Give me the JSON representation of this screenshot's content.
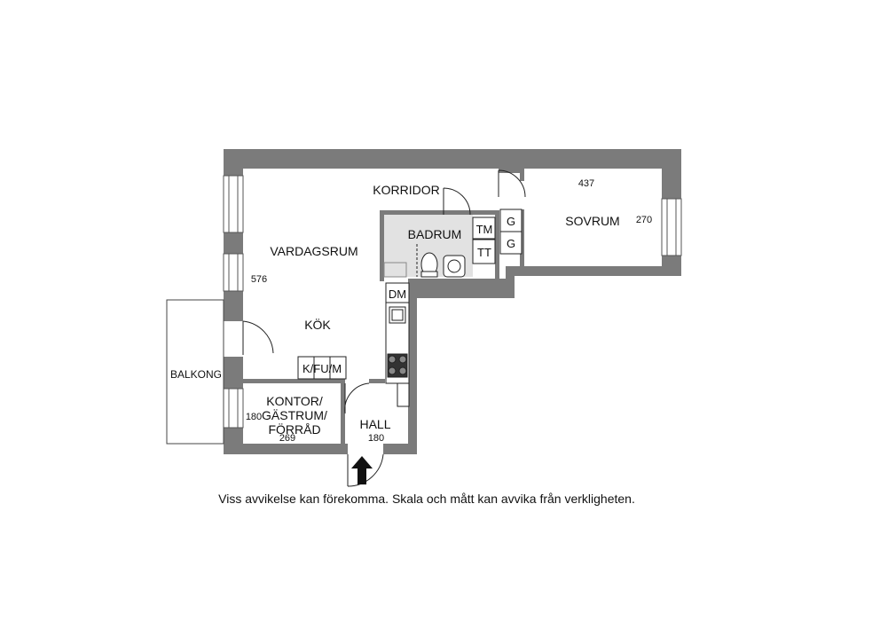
{
  "rooms": {
    "korridor": "KORRIDOR",
    "badrum": "BADRUM",
    "sovrum": "SOVRUM",
    "vardagsrum": "VARDAGSRUM",
    "kok": "KÖK",
    "balkong": "BALKONG",
    "kontor_line1": "KONTOR/",
    "kontor_line2": "GÄSTRUM/",
    "kontor_line3": "FÖRRÅD",
    "hall": "HALL"
  },
  "dimensions": {
    "sovrum_width": "437",
    "sovrum_depth": "270",
    "vardagsrum_depth": "576",
    "kontor_depth": "180",
    "kontor_width": "269",
    "hall_width": "180"
  },
  "fixtures": {
    "tm": "TM",
    "tt": "TT",
    "g1": "G",
    "g2": "G",
    "dm": "DM",
    "kfum": "K/FU/M"
  },
  "disclaimer": "Viss avvikelse kan förekomma. Skala och mått kan avvika från verkligheten.",
  "colors": {
    "wall": "#7b7b7b",
    "bathroom_floor": "#e2e2e2",
    "line": "#111111"
  }
}
